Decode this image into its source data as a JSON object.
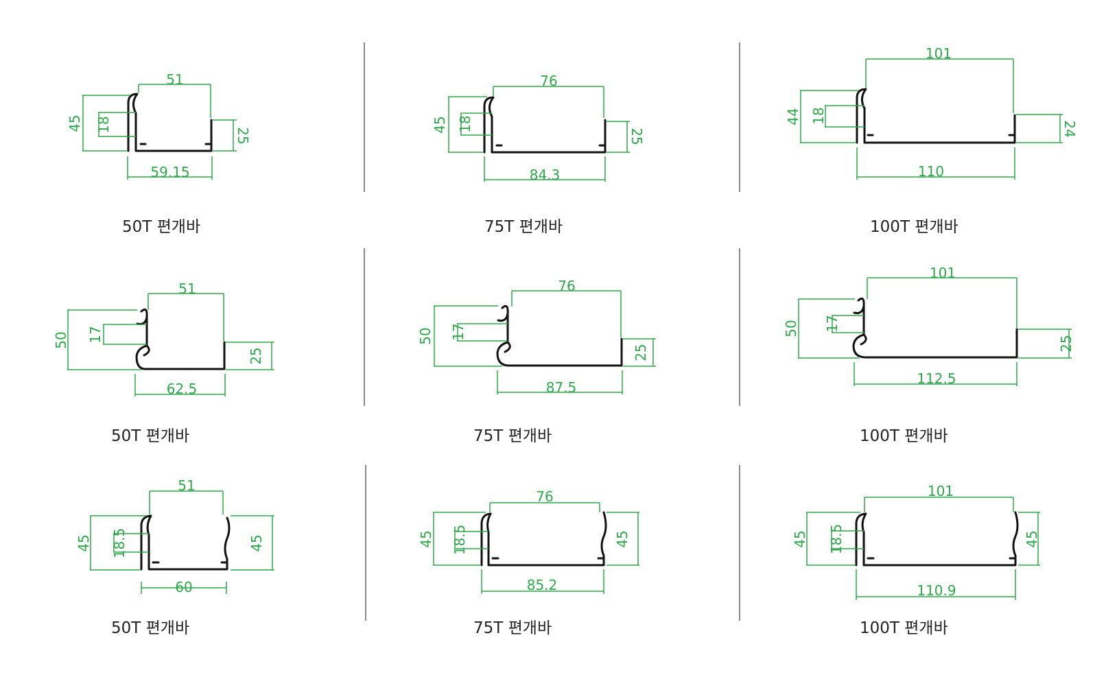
{
  "panels": [
    {
      "caption": "50T 편개바",
      "dims": {
        "top": "51",
        "bottom": "59.15",
        "left_outer": "45",
        "left_inner": "18",
        "right": "25"
      }
    },
    {
      "caption": "75T  편개바",
      "dims": {
        "top": "76",
        "bottom": "84.3",
        "left_outer": "45",
        "left_inner": "18",
        "right": "25"
      }
    },
    {
      "caption": "100T 편개바",
      "dims": {
        "top": "101",
        "bottom": "110",
        "left_outer": "44",
        "left_inner": "18",
        "right": "24"
      }
    },
    {
      "caption": "50T 편개바",
      "dims": {
        "top": "51",
        "bottom": "62.5",
        "left_outer": "50",
        "left_inner": "17",
        "right": "25"
      }
    },
    {
      "caption": "75T  편개바",
      "dims": {
        "top": "76",
        "bottom": "87.5",
        "left_outer": "50",
        "left_inner": "17",
        "right": "25"
      }
    },
    {
      "caption": "100T 편개바",
      "dims": {
        "top": "101",
        "bottom": "112.5",
        "left_outer": "50",
        "left_inner": "17",
        "right": "25"
      }
    },
    {
      "caption": "50T 편개바",
      "dims": {
        "top": "51",
        "bottom": "60",
        "left_outer": "45",
        "left_inner": "18.5",
        "right": "45"
      }
    },
    {
      "caption": "75T  편개바",
      "dims": {
        "top": "76",
        "bottom": "85.2",
        "left_outer": "45",
        "left_inner": "18.5",
        "right": "45"
      }
    },
    {
      "caption": "100T 편개바",
      "dims": {
        "top": "101",
        "bottom": "110.9",
        "left_outer": "45",
        "left_inner": "18.5",
        "right": "45"
      }
    }
  ]
}
